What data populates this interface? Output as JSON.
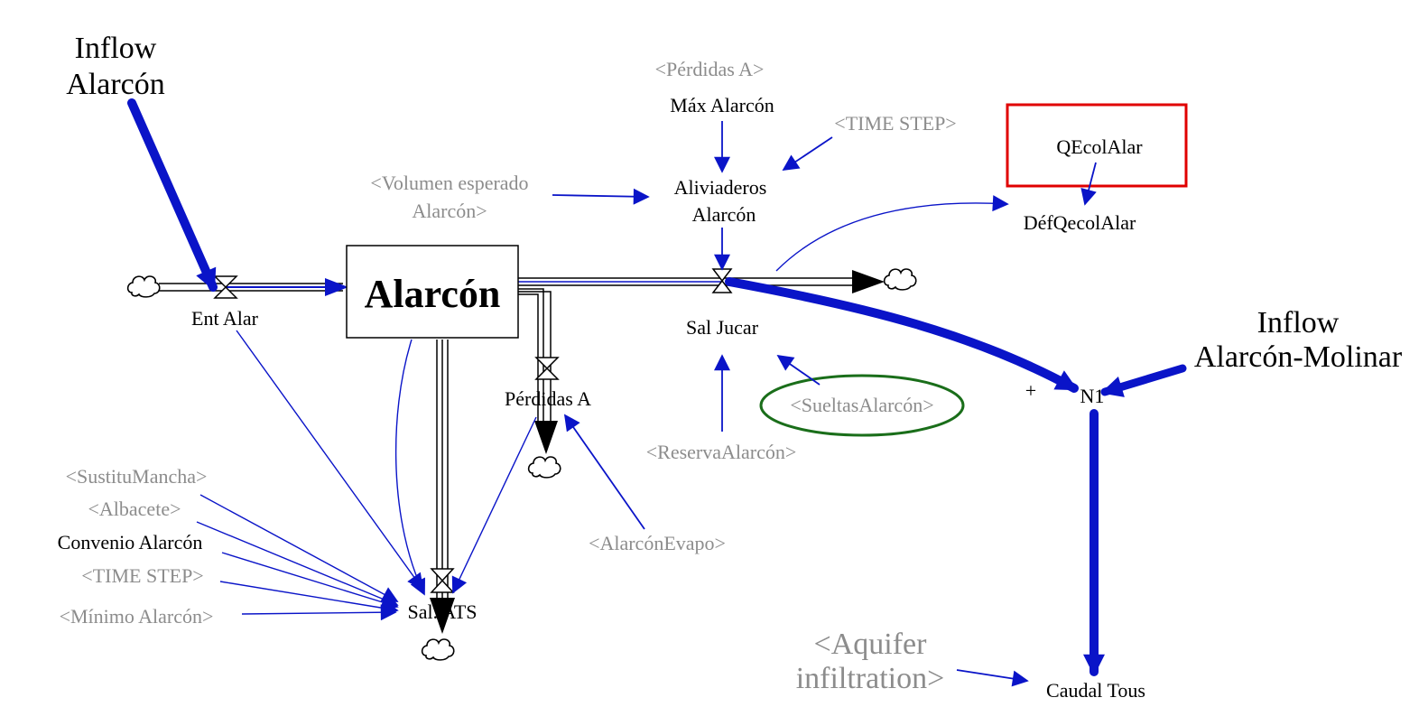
{
  "stock": {
    "label": "Alarcón"
  },
  "inputs": {
    "inflow_alarcon": [
      "Inflow",
      "Alarcón"
    ],
    "inflow_alarcon_molinar": [
      "Inflow",
      "Alarcón-Molinar"
    ],
    "aquifer_infiltration": [
      "<Aquifer",
      "infiltration>"
    ]
  },
  "flows": {
    "ent_alar": "Ent Alar",
    "sal_jucar": "Sal Jucar",
    "perdidas_a": "Pérdidas A",
    "sal_ats": "Sal. ATS"
  },
  "variables": {
    "max_alarcon": "Máx Alarcón",
    "aliviaderos_alarcon": [
      "Aliviaderos",
      "Alarcón"
    ],
    "qecol_alar": "QEcolAlar",
    "def_qecol_alar": "DéfQecolAlar",
    "n1": "N1",
    "caudal_tous": "Caudal Tous",
    "convenio_alarcon": "Convenio Alarcón"
  },
  "shadow_variables": {
    "perdidas_a": "<Pérdidas A>",
    "time_step_top": "<TIME STEP>",
    "volumen_esperado": [
      "<Volumen esperado",
      "Alarcón>"
    ],
    "sueltas_alarcon": "<SueltasAlarcón>",
    "reserva_alarcon": "<ReservaAlarcón>",
    "alarcon_evapo": "<AlarcónEvapo>",
    "sustitu_mancha": "<SustituMancha>",
    "albacete": "<Albacete>",
    "time_step_left": "<TIME STEP>",
    "minimo_alarcon": "<Mínimo Alarcón>"
  },
  "polarity": {
    "n1_plus": "+"
  },
  "colors": {
    "link": "#0a14c8",
    "pipe": "#000000",
    "shadow_text": "#8c8c8c",
    "highlight_box": "#e00000",
    "highlight_ellipse": "#1a6e1a"
  },
  "icons": {
    "cloud": "cloud-icon",
    "valve": "valve-icon"
  }
}
